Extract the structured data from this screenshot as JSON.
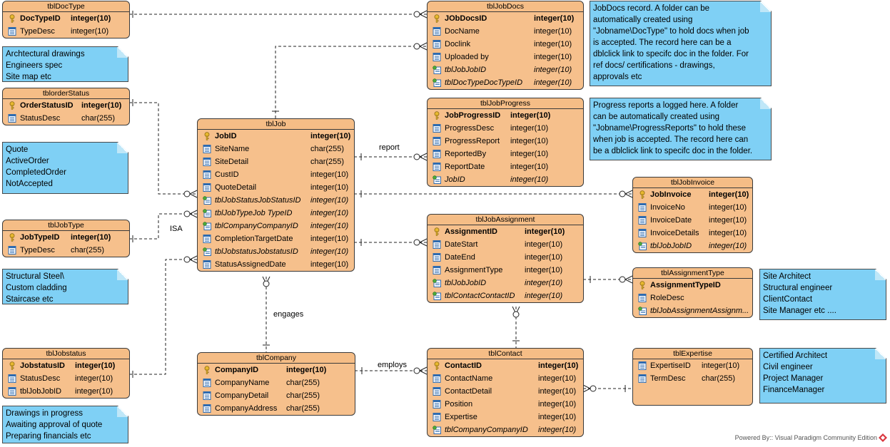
{
  "entities": {
    "tblDocType": {
      "title": "tblDocType",
      "rows": [
        {
          "name": "DocTypeID",
          "type": "integer(10)",
          "kind": "pk"
        },
        {
          "name": "TypeDesc",
          "type": "integer(10)",
          "kind": "col"
        }
      ]
    },
    "tblorderStatus": {
      "title": "tblorderStatus",
      "rows": [
        {
          "name": "OrderStatusID",
          "type": "integer(10)",
          "kind": "pk"
        },
        {
          "name": "StatusDesc",
          "type": "char(255)",
          "kind": "col"
        }
      ]
    },
    "tblJobType": {
      "title": "tblJobType",
      "rows": [
        {
          "name": "JobTypeID",
          "type": "integer(10)",
          "kind": "pk"
        },
        {
          "name": "TypeDesc",
          "type": "char(255)",
          "kind": "col"
        }
      ]
    },
    "tblJobstatus": {
      "title": "tblJobstatus",
      "rows": [
        {
          "name": "JobstatusID",
          "type": "integer(10)",
          "kind": "pk"
        },
        {
          "name": "StatusDesc",
          "type": "integer(10)",
          "kind": "col"
        },
        {
          "name": "tblJobJobID",
          "type": "integer(10)",
          "kind": "col"
        }
      ]
    },
    "tblJob": {
      "title": "tblJob",
      "rows": [
        {
          "name": "JobID",
          "type": "integer(10)",
          "kind": "pk"
        },
        {
          "name": "SiteName",
          "type": "char(255)",
          "kind": "col"
        },
        {
          "name": "SiteDetail",
          "type": "char(255)",
          "kind": "col"
        },
        {
          "name": "CustID",
          "type": "integer(10)",
          "kind": "col"
        },
        {
          "name": "QuoteDetail",
          "type": "integer(10)",
          "kind": "col"
        },
        {
          "name": "tblJobStatusJobStatusID",
          "type": "integer(10)",
          "kind": "fk"
        },
        {
          "name": "tblJobTypeJob TypeID",
          "type": "integer(10)",
          "kind": "fk"
        },
        {
          "name": "tblCompanyCompanyID",
          "type": "integer(10)",
          "kind": "fk"
        },
        {
          "name": "CompletionTargetDate",
          "type": "integer(10)",
          "kind": "col"
        },
        {
          "name": "tblJobstatusJobstatusID",
          "type": "integer(10)",
          "kind": "fk"
        },
        {
          "name": "StatusAssignedDate",
          "type": "integer(10)",
          "kind": "col"
        }
      ]
    },
    "tblCompany": {
      "title": "tblCompany",
      "rows": [
        {
          "name": "CompanyID",
          "type": "integer(10)",
          "kind": "pk"
        },
        {
          "name": "CompanyName",
          "type": "char(255)",
          "kind": "col"
        },
        {
          "name": "CompanyDetail",
          "type": "char(255)",
          "kind": "col"
        },
        {
          "name": "CompanyAddress",
          "type": "char(255)",
          "kind": "col"
        }
      ]
    },
    "tblJobDocs": {
      "title": "tblJobDocs",
      "rows": [
        {
          "name": "JObDocsID",
          "type": "integer(10)",
          "kind": "pk"
        },
        {
          "name": "DocName",
          "type": "integer(10)",
          "kind": "col"
        },
        {
          "name": "Doclink",
          "type": "integer(10)",
          "kind": "col"
        },
        {
          "name": "Uploaded by",
          "type": "integer(10)",
          "kind": "col"
        },
        {
          "name": "tblJobJobID",
          "type": "integer(10)",
          "kind": "fk"
        },
        {
          "name": "tblDocTypeDocTypeID",
          "type": "integer(10)",
          "kind": "fk"
        }
      ]
    },
    "tblJobProgress": {
      "title": "tblJobProgress",
      "rows": [
        {
          "name": "JobProgressID",
          "type": "integer(10)",
          "kind": "pk"
        },
        {
          "name": "ProgressDesc",
          "type": "integer(10)",
          "kind": "col"
        },
        {
          "name": "ProgressReport",
          "type": "integer(10)",
          "kind": "col"
        },
        {
          "name": "ReportedBy",
          "type": "integer(10)",
          "kind": "col"
        },
        {
          "name": "ReportDate",
          "type": "integer(10)",
          "kind": "col"
        },
        {
          "name": "JobID",
          "type": "integer(10)",
          "kind": "fk"
        }
      ]
    },
    "tblJobAssignment": {
      "title": "tblJobAssignment",
      "rows": [
        {
          "name": "AssignmentID",
          "type": "integer(10)",
          "kind": "pk"
        },
        {
          "name": "DateStart",
          "type": "integer(10)",
          "kind": "col"
        },
        {
          "name": "DateEnd",
          "type": "integer(10)",
          "kind": "col"
        },
        {
          "name": "AssignmentType",
          "type": "integer(10)",
          "kind": "col"
        },
        {
          "name": "tblJobJobID",
          "type": "integer(10)",
          "kind": "fk"
        },
        {
          "name": "tblContactContactID",
          "type": "integer(10)",
          "kind": "fk"
        }
      ]
    },
    "tblContact": {
      "title": "tblContact",
      "rows": [
        {
          "name": "ContactID",
          "type": "integer(10)",
          "kind": "pk"
        },
        {
          "name": "ContactName",
          "type": "integer(10)",
          "kind": "col"
        },
        {
          "name": "ContactDetail",
          "type": "integer(10)",
          "kind": "col"
        },
        {
          "name": "Position",
          "type": "integer(10)",
          "kind": "col"
        },
        {
          "name": "Expertise",
          "type": "integer(10)",
          "kind": "col"
        },
        {
          "name": "tblCompanyCompanyID",
          "type": "integer(10)",
          "kind": "fk"
        }
      ]
    },
    "tblJobInvoice": {
      "title": "tblJobInvoice",
      "rows": [
        {
          "name": "JobInvoice",
          "type": "integer(10)",
          "kind": "pk"
        },
        {
          "name": "InvoiceNo",
          "type": "integer(10)",
          "kind": "col"
        },
        {
          "name": "InvoiceDate",
          "type": "integer(10)",
          "kind": "col"
        },
        {
          "name": "InvoiceDetails",
          "type": "integer(10)",
          "kind": "col"
        },
        {
          "name": "tblJobJobID",
          "type": "integer(10)",
          "kind": "fk"
        }
      ]
    },
    "tblAssignmentType": {
      "title": "tblAssignmentType",
      "rows": [
        {
          "name": "AssignmentTypeID",
          "type": "",
          "kind": "pk"
        },
        {
          "name": "RoleDesc",
          "type": "",
          "kind": "col"
        },
        {
          "name": "tblJobAssignmentAssignm...",
          "type": "",
          "kind": "fk"
        }
      ]
    },
    "tblExpertise": {
      "title": "tblExpertise",
      "rows": [
        {
          "name": "ExpertiseID",
          "type": "integer(10)",
          "kind": "col"
        },
        {
          "name": "TermDesc",
          "type": "char(255)",
          "kind": "col"
        }
      ]
    }
  },
  "notes": {
    "doctype": [
      "Archtectural drawings",
      "Engineers spec",
      "Site map etc"
    ],
    "orderstatus": [
      "Quote",
      "ActiveOrder",
      "CompletedOrder",
      "NotAccepted"
    ],
    "jobtype": [
      "Structural Steel\\",
      "Custom cladding",
      "Staircase etc"
    ],
    "jobstatus": [
      "Drawings in progress",
      "Awaiting approval of quote",
      "Preparing financials etc"
    ],
    "jobdocs": [
      "JobDocs record. A folder can be",
      "automatically created using",
      "\"Jobname\\DocType\" to hold docs when job",
      "is accepted. The record here can be a",
      "dblclick link to specifc doc in the folder. For",
      "ref docs/ certifications - drawings,",
      "approvals etc"
    ],
    "progress": [
      "Progress reports a logged here. A folder",
      "can be automatically created using",
      "\"Jobname\\ProgressReports\" to hold these",
      "when job is accepted. The record here can",
      "be a dblclick link to specifc doc in the folder."
    ],
    "assignmenttype": [
      "Site Architect",
      "Structural engineer",
      "ClientContact",
      "Site Manager  etc ...."
    ],
    "expertise": [
      "Certified Architect",
      "Civil engineer",
      "Project Manager",
      "FinanceManager"
    ]
  },
  "labels": {
    "report": "report",
    "isa": "ISA",
    "engages": "engages",
    "employs": "employs"
  },
  "footer": "Powered By:: Visual Paradigm Community Edition",
  "colors": {
    "entity_fill": "#f6c08c",
    "note_fill": "#7fd0f5",
    "line": "#222222"
  }
}
